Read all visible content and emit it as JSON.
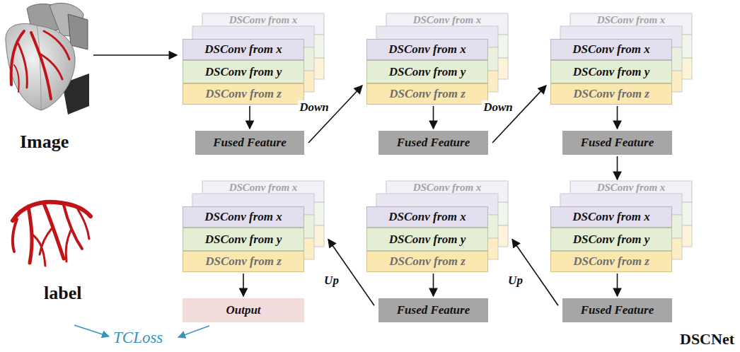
{
  "diagram": {
    "nodes": [
      {
        "text": [
          "DSConv from x"
        ]
      },
      {
        "text": [
          "DSConv from y"
        ]
      },
      {
        "text": [
          "DSConv from z"
        ]
      },
      {
        "text": [
          "Fused Feature"
        ]
      },
      {
        "text": [
          "DSConv from x"
        ]
      },
      {
        "text": [
          "DSConv from y"
        ]
      },
      {
        "text": [
          "DSConv from z"
        ]
      },
      {
        "text": [
          "Fused Feature"
        ]
      },
      {
        "text": [
          "DSConv from x"
        ]
      },
      {
        "text": [
          "DSConv from y"
        ]
      },
      {
        "text": [
          "DSConv from z"
        ]
      },
      {
        "text": [
          "Fused Feature"
        ]
      },
      {
        "text": [
          "DSConv from x"
        ]
      },
      {
        "text": [
          "DSConv from y"
        ]
      },
      {
        "text": [
          "DSConv from z"
        ]
      },
      {
        "text": [
          "Fused Feature"
        ]
      },
      {
        "text": [
          "DSConv from x"
        ]
      },
      {
        "text": [
          "DSConv from y"
        ]
      },
      {
        "text": [
          "DSConv from z"
        ]
      },
      {
        "text": [
          "Fused Feature"
        ]
      },
      {
        "text": [
          "DSConv from x"
        ]
      },
      {
        "text": [
          "DSConv from y"
        ]
      },
      {
        "text": [
          "DSConv from z"
        ]
      },
      {
        "text": [
          "Output"
        ]
      }
    ],
    "edges": [
      {
        "from": 2,
        "to": 3,
        "arrow": "to"
      },
      {
        "from": 3,
        "to": 6,
        "label": "Down",
        "arrow": "to"
      },
      {
        "from": 6,
        "to": 7,
        "arrow": "to"
      },
      {
        "from": 7,
        "to": 10,
        "label": "Down",
        "arrow": "to"
      },
      {
        "from": 10,
        "to": 11,
        "arrow": "to"
      },
      {
        "from": 11,
        "to": 12,
        "arrow": "to"
      },
      {
        "from": 14,
        "to": 15,
        "arrow": "to"
      },
      {
        "from": 15,
        "to": 17,
        "label": "Up",
        "arrow": "to"
      },
      {
        "from": 18,
        "to": 19,
        "arrow": "to"
      },
      {
        "from": 19,
        "to": 21,
        "label": "Up",
        "arrow": "to"
      },
      {
        "from": 22,
        "to": 23,
        "arrow": "to"
      }
    ],
    "labels": [
      "Image",
      "label",
      "TCLoss",
      "DSCNet",
      "DSConv from x",
      "DSConv from x",
      "DSConv from x",
      "DSConv from x",
      "DSConv from x",
      "DSConv from x"
    ]
  }
}
